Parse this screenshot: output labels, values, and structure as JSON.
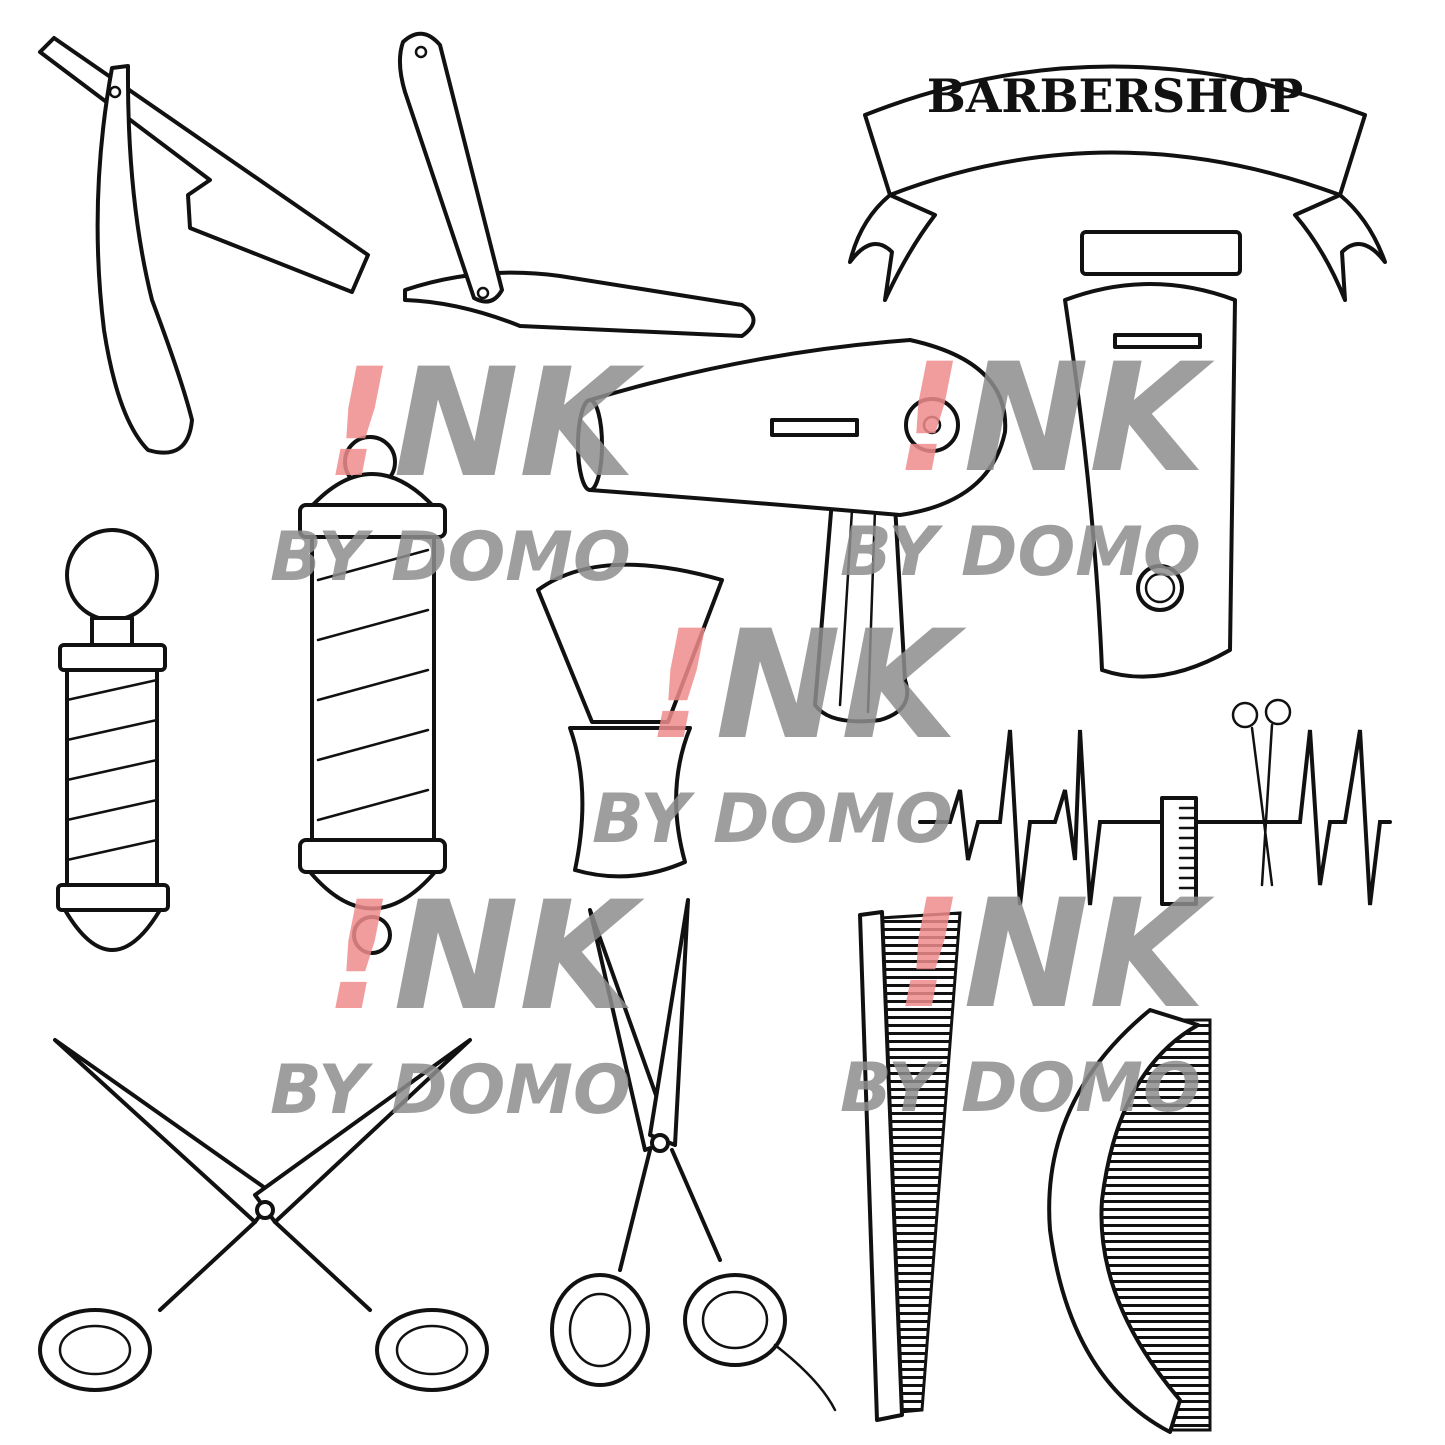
{
  "banner": {
    "text": "BARBERSHOP"
  },
  "watermark": {
    "mark": "!",
    "word": "NK",
    "byline": "BY DOMO"
  },
  "colors": {
    "ink": "#111111",
    "watermark_gray": "#8e8e8e",
    "watermark_red": "#f08c8c"
  }
}
